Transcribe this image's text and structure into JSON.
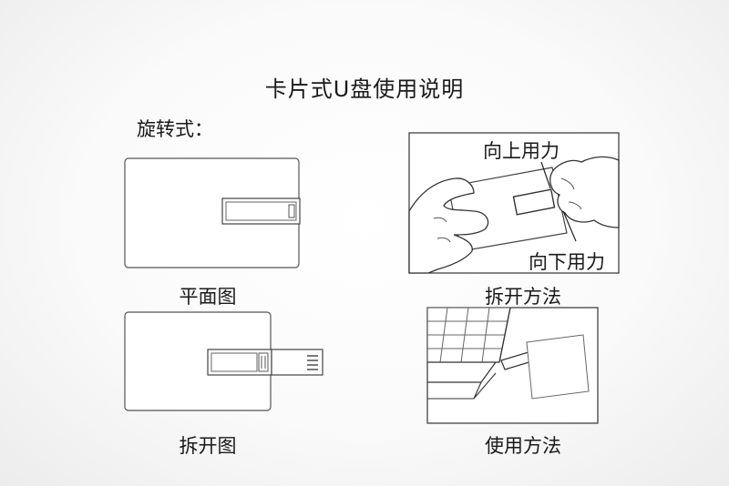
{
  "title": "卡片式U盘使用说明",
  "subtitle": "旋转式：",
  "captions": {
    "plan": "平面图",
    "open_view": "拆开图",
    "open_method": "拆开方法",
    "usage_method": "使用方法"
  },
  "labels": {
    "push_up": "向上用力",
    "push_down": "向下用力"
  }
}
